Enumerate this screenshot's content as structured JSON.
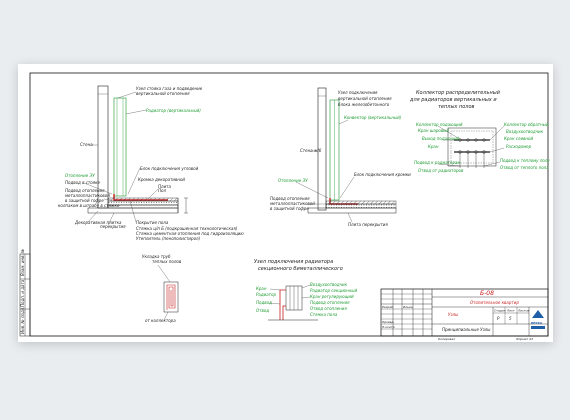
{
  "node1": {
    "title_line1": "Узел стояка газа и подведение",
    "title_line2": "вертикальной отопления",
    "labels": [
      "Радиатор (вертикальный)",
      "Стена",
      "Отопление ЭУ",
      "Подвод в стояке",
      "Подвод отопления",
      "металлопластиковой",
      "в защитной гофре",
      "колпаком в штрабу в стяжке",
      "Декоративная плитка",
      "Блок подключения угловой",
      "Кромка декоративной",
      "Плита",
      "Пол",
      "перекрытия",
      "Покрытие пола",
      "Стяжка ц/п Б (подкрашенная технологическая)",
      "Стяжка цементная отопления под гидроизоляцию",
      "Утеплитель (пенополистирол)"
    ]
  },
  "node2": {
    "title_line1": "Узел подключения",
    "title_line2": "вертикальной отопления",
    "title_line3": "блока железобетонного",
    "labels": [
      "Конвектор (вертикальный)",
      "Стена ж/б",
      "Отопление ЭУ",
      "Блок подключения кромки",
      "Подвод отопления",
      "металлопластиковой",
      "в защитной гофре",
      "Плита перекрытия"
    ]
  },
  "collector": {
    "title_line1": "Коллектор распределительный",
    "title_line2": "для радиаторов вертикальных и",
    "title_line3": "теплых полов",
    "labels_left": [
      "Коллектор подающий",
      "Кран шаровый",
      "Выход подающий",
      "Кран",
      "Подвод к радиаторам",
      "Отвод от радиаторов"
    ],
    "labels_right": [
      "Коллектор обратный",
      "Воздухоотводчик",
      "Кран сливной",
      "Расходомер",
      "Подвод к теплому полу",
      "Отвод от теплого пола"
    ]
  },
  "floor_scheme": {
    "label_top_line1": "Укладка труб",
    "label_top_line2": "теплых полов",
    "label_bottom": "от коллектора"
  },
  "radiator_node": {
    "title_line1": "Узел подключения радиатора",
    "title_line2": "секционного биметаллического",
    "labels_left": [
      "Кран",
      "Радиатор",
      "Подвод",
      "Отвод"
    ],
    "labels_right": [
      "Воздухоотводчик",
      "Радиатор секционный",
      "Кран регулирующий",
      "Подвод отопления",
      "Отвод отопления",
      "Стяжка пола"
    ]
  },
  "stamp": {
    "code": "Б-08",
    "project_line": "Отопительное квартир",
    "section": "Узлы",
    "sheet_title": "Принципиальные Узлы",
    "stage": "Р",
    "sheet_num": "5",
    "role1": "Разраб.",
    "role2": "Провер.",
    "role3": "Н.контр.",
    "signature": "Ильин",
    "format": "Формат А3",
    "copied": "Копировал",
    "logo_text": "ВЕРХА",
    "header_stage": "Стадия",
    "header_sheet": "Лист",
    "header_sheets": "Листов"
  },
  "side_strip": [
    "Взам. инв. №",
    "Подп. и дата",
    "Инв. № подл."
  ]
}
